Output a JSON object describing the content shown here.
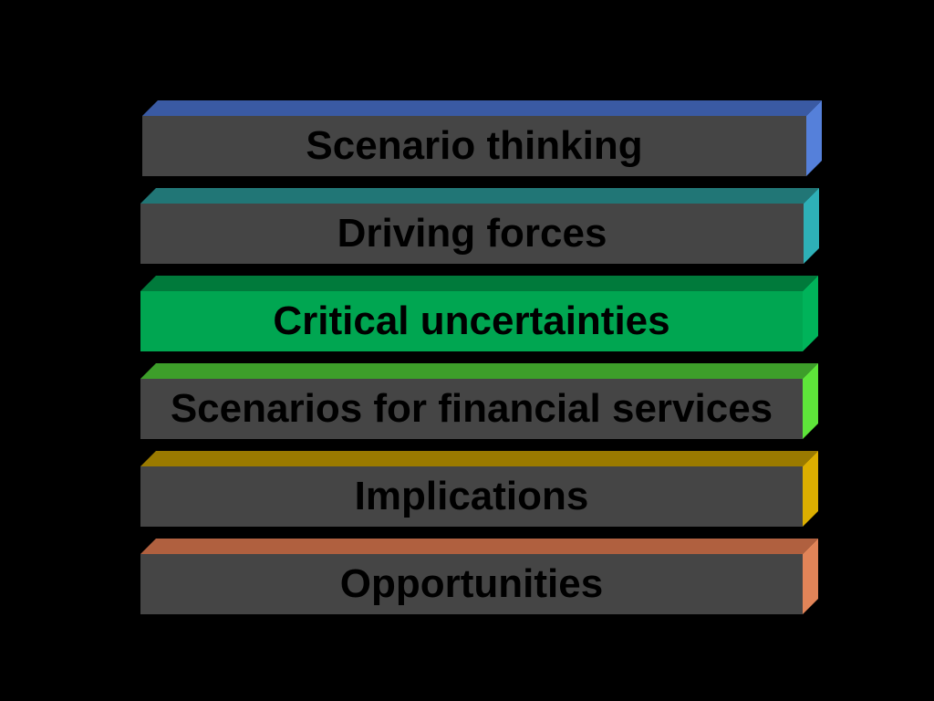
{
  "diagram": {
    "layers": [
      {
        "label": "Scenario thinking",
        "face": "#454545",
        "top": "#3a5aa3",
        "side": "#5580da"
      },
      {
        "label": "Driving forces",
        "face": "#454545",
        "top": "#217676",
        "side": "#2eb0b7"
      },
      {
        "label": "Critical uncertainties",
        "face": "#00a651",
        "top": "#007a3b",
        "side": "#00b35a"
      },
      {
        "label": "Scenarios for financial services",
        "face": "#454545",
        "top": "#3d9e2a",
        "side": "#5ee53a"
      },
      {
        "label": "Implications",
        "face": "#454545",
        "top": "#9a7a00",
        "side": "#dcae00"
      },
      {
        "label": "Opportunities",
        "face": "#454545",
        "top": "#b0603f",
        "side": "#e18458"
      }
    ]
  }
}
